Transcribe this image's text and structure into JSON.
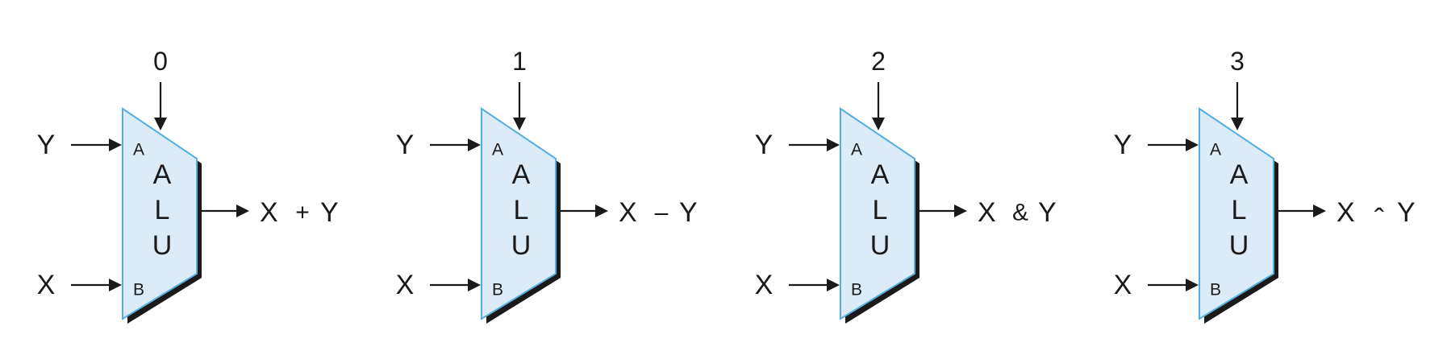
{
  "colors": {
    "alu_fill": "#dcebf8",
    "alu_stroke": "#55aee0",
    "shadow": "#1a1a1a",
    "ink": "#1a1a1a"
  },
  "alus": [
    {
      "control": "0",
      "input_a_signal": "Y",
      "input_b_signal": "X",
      "port_a": "A",
      "port_b": "B",
      "letters": [
        "A",
        "L",
        "U"
      ],
      "output_left": "X",
      "output_op": "+",
      "output_right": "Y"
    },
    {
      "control": "1",
      "input_a_signal": "Y",
      "input_b_signal": "X",
      "port_a": "A",
      "port_b": "B",
      "letters": [
        "A",
        "L",
        "U"
      ],
      "output_left": "X",
      "output_op": "–",
      "output_right": "Y"
    },
    {
      "control": "2",
      "input_a_signal": "Y",
      "input_b_signal": "X",
      "port_a": "A",
      "port_b": "B",
      "letters": [
        "A",
        "L",
        "U"
      ],
      "output_left": "X",
      "output_op": "&",
      "output_right": "Y"
    },
    {
      "control": "3",
      "input_a_signal": "Y",
      "input_b_signal": "X",
      "port_a": "A",
      "port_b": "B",
      "letters": [
        "A",
        "L",
        "U"
      ],
      "output_left": "X",
      "output_op": "ˆ",
      "output_right": "Y"
    }
  ]
}
